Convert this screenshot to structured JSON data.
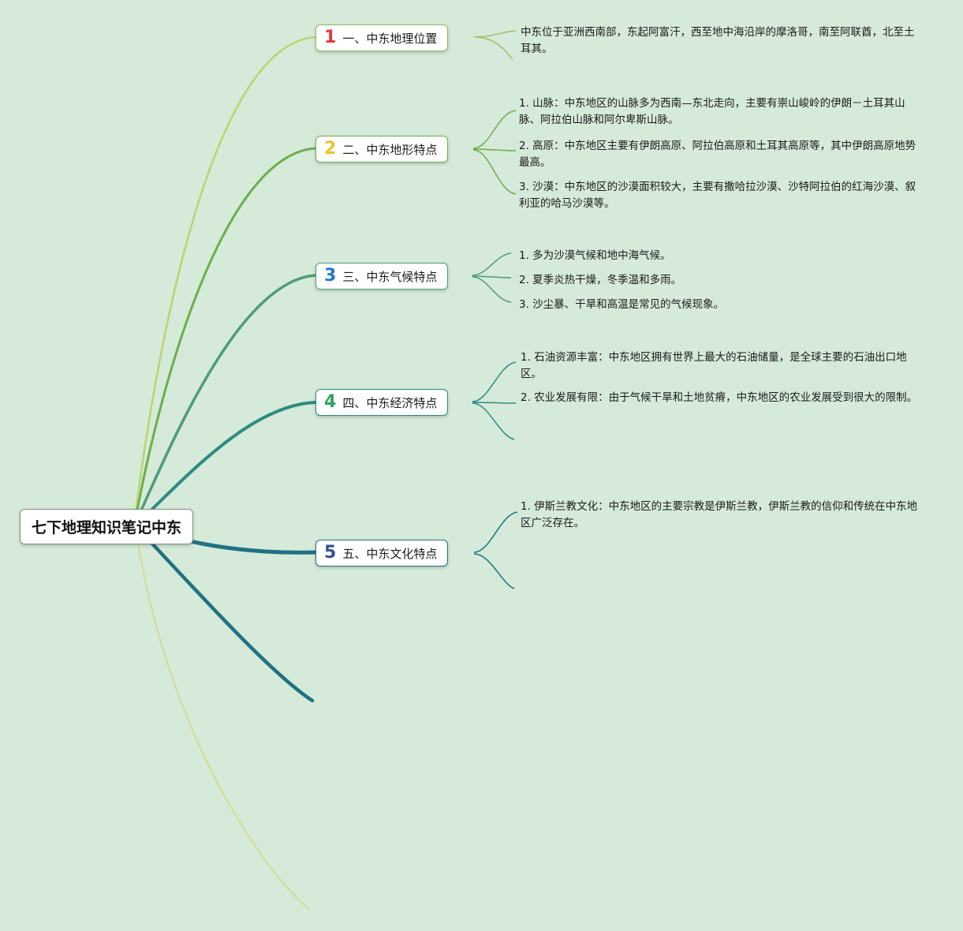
{
  "root": {
    "label": "七下地理知识笔记中东"
  },
  "branches": [
    {
      "number": "1",
      "label": "一、中东地理位置",
      "number_color": "#e0393b",
      "line_color": "#b9d56e",
      "leaves": [
        {
          "text": "中东位于亚洲西南部，东起阿富汗，西至地中海沿岸的摩洛哥，南至阿联酋，北至土耳其。"
        }
      ]
    },
    {
      "number": "2",
      "label": "二、中东地形特点",
      "number_color": "#f0c02e",
      "line_color": "#6cae4c",
      "leaves": [
        {
          "text": "1. 山脉：中东地区的山脉多为西南—东北走向，主要有崇山峻岭的伊朗－土耳其山脉、阿拉伯山脉和阿尔卑斯山脉。"
        },
        {
          "text": "2. 高原：中东地区主要有伊朗高原、阿拉伯高原和土耳其高原等，其中伊朗高原地势最高。"
        },
        {
          "text": "3. 沙漠：中东地区的沙漠面积较大，主要有撒哈拉沙漠、沙特阿拉伯的红海沙漠、叙利亚的哈马沙漠等。"
        }
      ]
    },
    {
      "number": "3",
      "label": "三、中东气候特点",
      "number_color": "#1f7ad4",
      "line_color": "#4e9c7a",
      "leaves": [
        {
          "text": "1. 多为沙漠气候和地中海气候。"
        },
        {
          "text": "2. 夏季炎热干燥，冬季温和多雨。"
        },
        {
          "text": "3. 沙尘暴、干旱和高温是常见的气候现象。"
        }
      ]
    },
    {
      "number": "4",
      "label": "四、中东经济特点",
      "number_color": "#2fa45c",
      "line_color": "#2d8c84",
      "leaves": [
        {
          "text": "1. 石油资源丰富：中东地区拥有世界上最大的石油储量，是全球主要的石油出口地区。"
        },
        {
          "text": "2. 农业发展有限：由于气候干旱和土地贫瘠，中东地区的农业发展受到很大的限制。"
        }
      ]
    },
    {
      "number": "5",
      "label": "五、中东文化特点",
      "number_color": "#32508e",
      "line_color": "#1f7283",
      "leaves": [
        {
          "text": "1. 伊斯兰教文化：中东地区的主要宗教是伊斯兰教，伊斯兰教的信仰和传统在中东地区广泛存在。"
        }
      ]
    }
  ],
  "palette": {
    "background": "#d5ead8",
    "node_background": "#ffffff",
    "root_border": "#7f917f",
    "text": "#1a1a1a",
    "branch_lines": [
      "#b9d56e",
      "#6cae4c",
      "#4e9c7a",
      "#2d8c84",
      "#1f7283"
    ],
    "extra_line_dark": "#1f7283",
    "extra_line_light": "#cede8e"
  }
}
